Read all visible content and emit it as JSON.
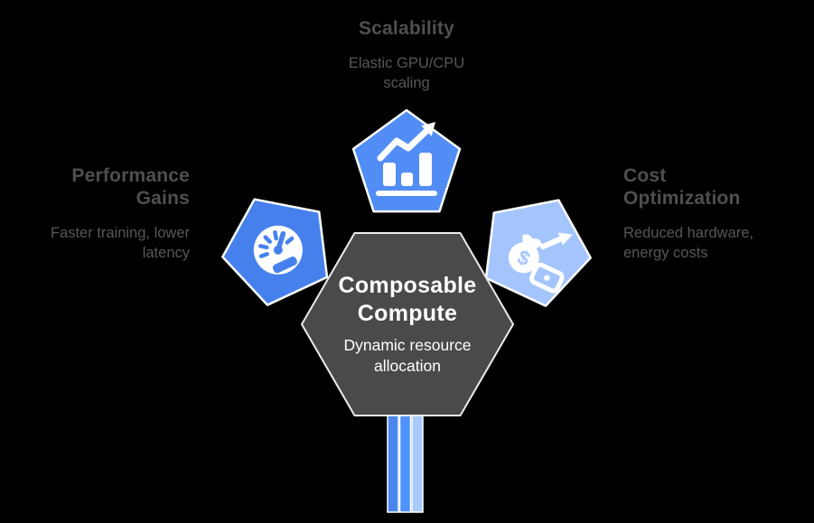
{
  "diagram": {
    "type": "hub-and-satellites",
    "background_color": "#000000",
    "center": {
      "title": "Composable Compute",
      "subtitle": "Dynamic resource allocation",
      "shape": "hexagon",
      "color": "#4a4a4a",
      "border_color": "#ececec"
    },
    "nodes": {
      "scalability": {
        "title": "Scalability",
        "description": "Elastic GPU/CPU scaling",
        "shape": "pentagon",
        "color": "#518df5",
        "icon": "growth-chart-icon",
        "position": "top"
      },
      "performance": {
        "title": "Performance Gains",
        "description": "Faster training, lower latency",
        "shape": "pentagon",
        "color": "#4680ed",
        "icon": "speedometer-icon",
        "position": "left"
      },
      "cost": {
        "title": "Cost Optimization",
        "description": "Reduced hardware, energy costs",
        "shape": "pentagon",
        "color": "#a4c4fc",
        "icon": "money-savings-icon",
        "icon_symbol": "$",
        "position": "right"
      }
    },
    "stem_bars": {
      "colors": [
        "#4a86ee",
        "#4f92fc",
        "#a8cafc"
      ],
      "border_color": "#ffffff"
    }
  }
}
